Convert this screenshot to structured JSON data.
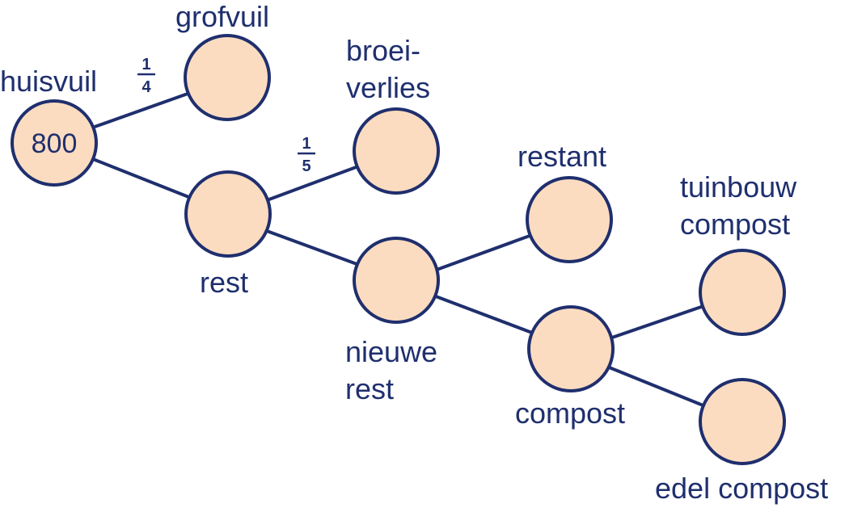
{
  "colors": {
    "node_fill": "#fcdcc0",
    "stroke": "#1f2f6e",
    "text": "#1f2f6e",
    "background": "#ffffff"
  },
  "root": {
    "label": "huisvuil",
    "value": "800"
  },
  "nodes": {
    "grofvuil": {
      "label": "grofvuil"
    },
    "rest": {
      "label": "rest"
    },
    "broeiverlies": {
      "label_line1": "broei-",
      "label_line2": "verlies"
    },
    "nieuwe_rest": {
      "label_line1": "nieuwe",
      "label_line2": "rest"
    },
    "restant": {
      "label": "restant"
    },
    "compost": {
      "label": "compost"
    },
    "tuinbouw_compost": {
      "label_line1": "tuinbouw",
      "label_line2": "compost"
    },
    "edel_compost": {
      "label": "edel compost"
    }
  },
  "fractions": {
    "grofvuil": {
      "numerator": "1",
      "denominator": "4"
    },
    "broeiverlies": {
      "numerator": "1",
      "denominator": "5"
    }
  }
}
